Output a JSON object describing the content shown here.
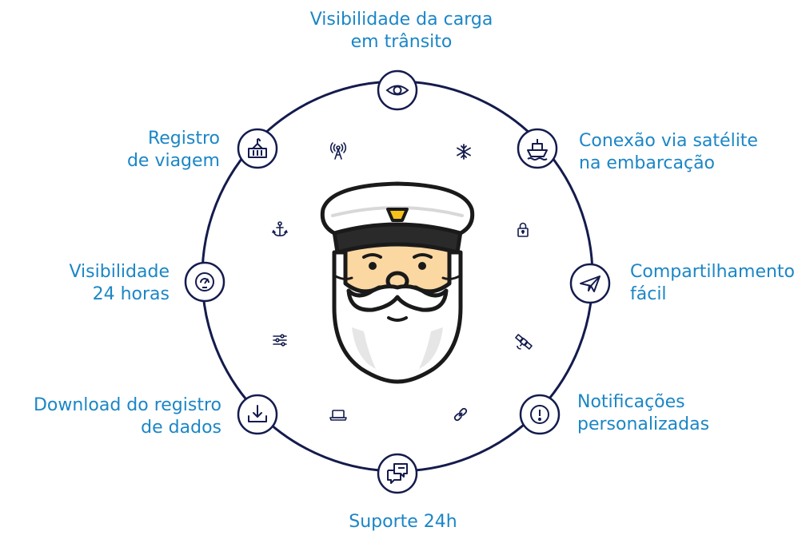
{
  "colors": {
    "label": "#1b86c6",
    "ring": "#141b4d",
    "cap_band": "#2a2a2a",
    "cap_white": "#ffffff",
    "badge": "#f6c21a",
    "skin": "#fbd7a2",
    "beard": "#ffffff",
    "beard_shade": "#e7e7e7"
  },
  "features": [
    {
      "id": "visibilidade-carga",
      "icon": "eye-icon",
      "line1": "Visibilidade da carga",
      "line2": "em trânsito"
    },
    {
      "id": "conexao-satelite",
      "icon": "ship-icon",
      "line1": "Conexão via satélite",
      "line2": "na embarcação"
    },
    {
      "id": "compartilhamento",
      "icon": "paper-plane-icon",
      "line1": "Compartilhamento",
      "line2": "fácil"
    },
    {
      "id": "notificacoes",
      "icon": "alert-icon",
      "line1": "Notificações",
      "line2": "personalizadas"
    },
    {
      "id": "suporte",
      "icon": "chat-support-icon",
      "line1": "Suporte 24h",
      "line2": ""
    },
    {
      "id": "download",
      "icon": "download-icon",
      "line1": "Download do registro",
      "line2": "de dados"
    },
    {
      "id": "visibilidade-24h",
      "icon": "gauge-icon",
      "line1": "Visibilidade",
      "line2": "24 horas"
    },
    {
      "id": "registro-viagem",
      "icon": "container-crane-icon",
      "line1": "Registro",
      "line2": "de viagem"
    }
  ],
  "small_icons": [
    "antenna-icon",
    "snowflake-icon",
    "anchor-icon",
    "padlock-icon",
    "sliders-icon",
    "satellite-icon",
    "laptop-icon",
    "link-icon"
  ]
}
